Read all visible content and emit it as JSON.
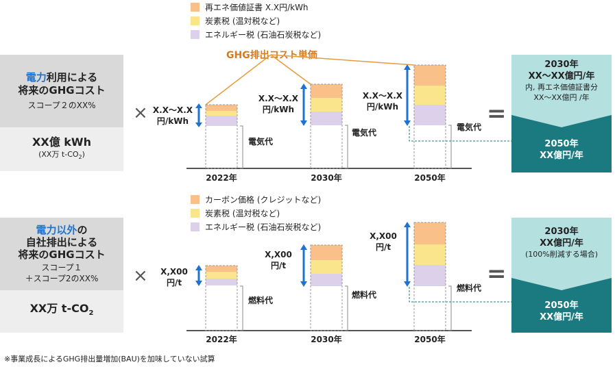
{
  "colors": {
    "renewable": "#f9c08a",
    "carbon_tax": "#fbe58c",
    "energy_tax": "#ddd0ea",
    "arrow_blue": "#1e73d2",
    "teal_dark": "#1a7a80",
    "teal_light": "#b4e0e0",
    "ghg_orange": "#e89a3a"
  },
  "top": {
    "legend": [
      "再エネ価値証書 X.X円/kWh",
      "炭素税 (温対税など)",
      "エネルギー税 (石油石炭税など)"
    ],
    "ghg_label": "GHG排出コスト単価",
    "left_title_prefix": "電力",
    "left_title_rest": "利用による",
    "left_title_line2": "将来のGHGコスト",
    "left_scope": "スコープ２のXX%",
    "left_amount": "XX億 kWh",
    "left_amount_sub": "(XX万 t-CO",
    "left_amount_sub_sub": "2",
    "left_amount_sub_end": ")",
    "times": "×",
    "unit_labels": [
      "X.X〜X.X\n円/kWh",
      "X.X〜X.X\n円/kWh",
      "X.X〜X.X\n円/kWh"
    ],
    "cost_tag": "電気代",
    "years": [
      "2022年",
      "2030年",
      "2050年"
    ],
    "equals": "=",
    "result_top_lines": [
      "2030年",
      "XX〜XX億円/年"
    ],
    "result_top_small": [
      "内, 再エネ価値証書分",
      "XX〜XX億円 /年"
    ],
    "result_bottom_lines": [
      "2050年",
      "XX億円/年"
    ]
  },
  "bottom": {
    "legend": [
      "カーボン価格 (クレジットなど)",
      "炭素税 (温対税など)",
      "エネルギー税 (石油石炭税など)"
    ],
    "left_title_line1": "電力以外",
    "left_title_line1_end": "の",
    "left_title_line2": "自社排出による",
    "left_title_line3": "将来のGHGコスト",
    "left_scope_line1": "スコープ１",
    "left_scope_line2": "＋スコープ2のXX%",
    "left_amount": "XX万 t-CO",
    "left_amount_sub": "2",
    "times": "×",
    "unit_labels": [
      "X,X00\n円/t",
      "X,X00\n円/t",
      "X,X00\n円/t"
    ],
    "cost_tag": "燃料代",
    "years": [
      "2022年",
      "2030年",
      "2050年"
    ],
    "equals": "=",
    "result_top_lines": [
      "2030年",
      "XX億円/年"
    ],
    "result_top_small": [
      "(100%削減する場合)"
    ],
    "result_bottom_lines": [
      "2050年",
      "XX億円/年"
    ]
  },
  "footnote": "※事業成長によるGHG排出量増加(BAU)を加味していない試算"
}
